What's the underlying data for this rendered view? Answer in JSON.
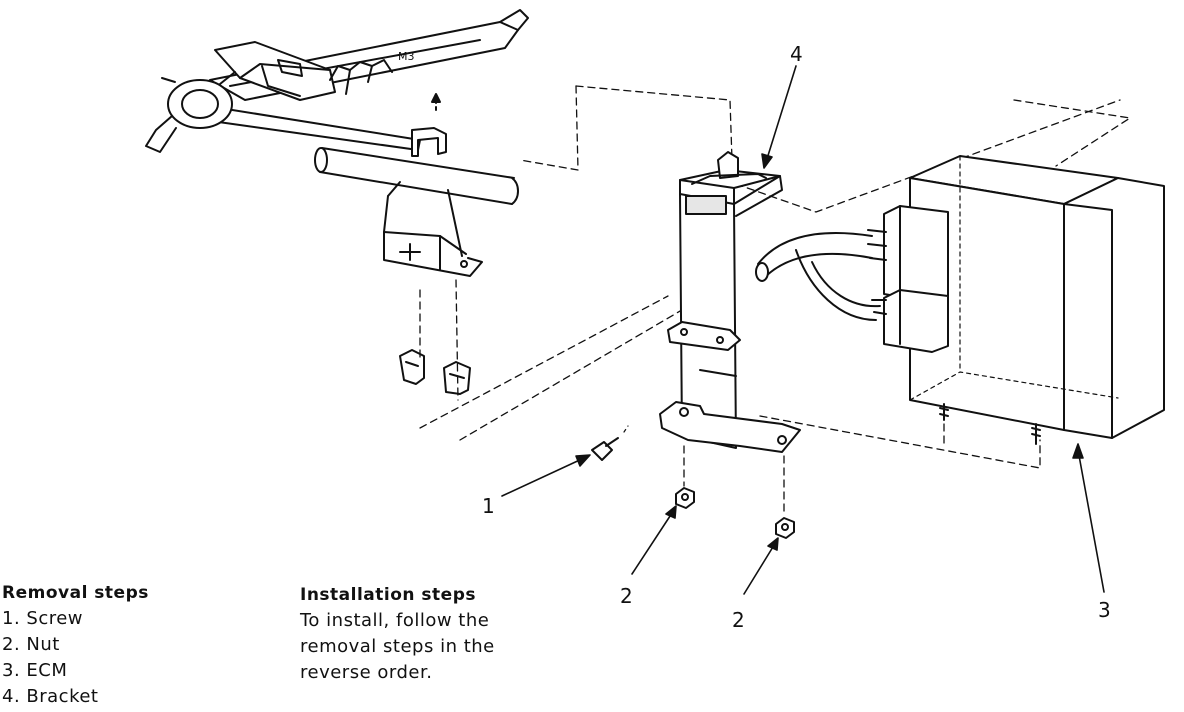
{
  "callouts": {
    "c1": "1",
    "c2a": "2",
    "c2b": "2",
    "c3": "3",
    "c4": "4"
  },
  "removal": {
    "title": "Removal steps",
    "items": [
      "1.  Screw",
      "2.  Nut",
      "3.  ECM",
      "4.  Bracket"
    ]
  },
  "installation": {
    "title": "Installation steps",
    "lines": [
      "To install, follow the",
      "removal steps in the",
      "reverse order."
    ]
  },
  "steering_label": "M3"
}
